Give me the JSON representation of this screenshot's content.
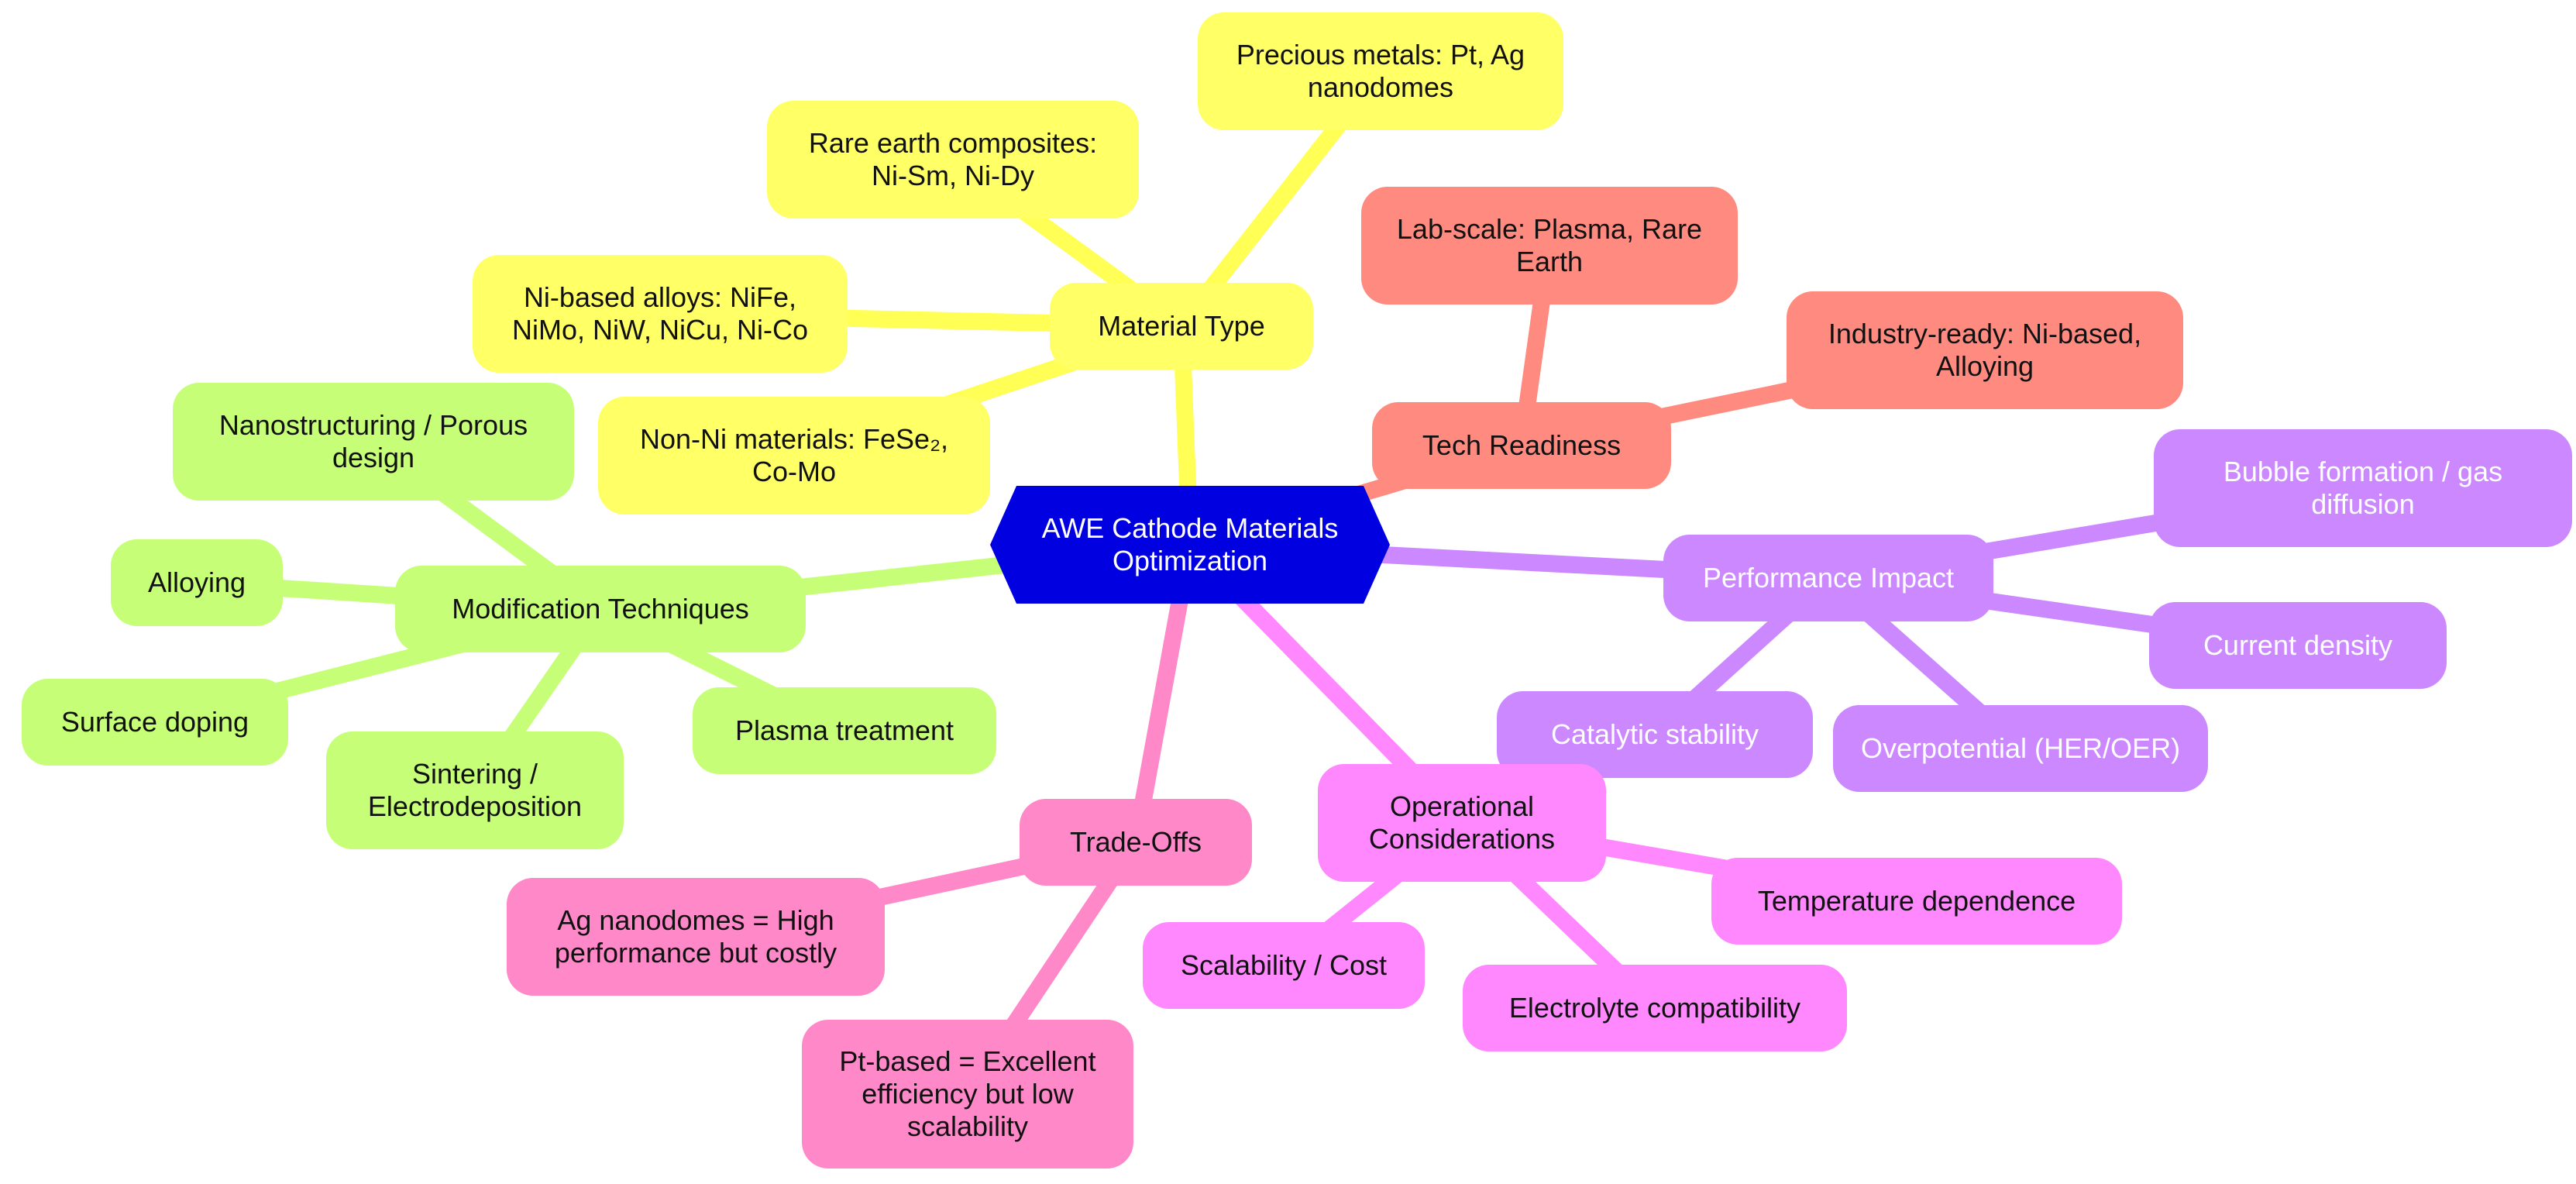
{
  "colors": {
    "center": "#0000e0",
    "material": "#ffff66",
    "material_edge": "#ffff55",
    "tech": "#ff8a80",
    "tech_edge": "#ff8a7f",
    "performance": "#cc88ff",
    "performance_edge": "#cc88ff",
    "operational": "#ff88ff",
    "operational_edge": "#ff88ff",
    "tradeoffs": "#ff88c8",
    "tradeoffs_edge": "#ff88c8",
    "modification": "#c6ff77",
    "modification_edge": "#c6ff77"
  },
  "center": {
    "lines": [
      "AWE Cathode Materials",
      "Optimization"
    ]
  },
  "branches": {
    "material_type": {
      "label": "Material Type",
      "children": [
        {
          "lines": [
            "Precious metals: Pt, Ag",
            "nanodomes"
          ]
        },
        {
          "lines": [
            "Rare earth composites:",
            "Ni-Sm, Ni-Dy"
          ]
        },
        {
          "lines": [
            "Ni-based alloys: NiFe,",
            "NiMo, NiW, NiCu, Ni-Co"
          ]
        },
        {
          "lines": [
            "Non-Ni materials: FeSe₂,",
            "Co-Mo"
          ]
        }
      ]
    },
    "tech_readiness": {
      "label": "Tech Readiness",
      "children": [
        {
          "lines": [
            "Lab-scale: Plasma, Rare",
            "Earth"
          ]
        },
        {
          "lines": [
            "Industry-ready: Ni-based,",
            "Alloying"
          ]
        }
      ]
    },
    "performance_impact": {
      "label": "Performance Impact",
      "children": [
        {
          "lines": [
            "Bubble formation /    gas",
            "diffusion"
          ]
        },
        {
          "lines": [
            "Current density"
          ]
        },
        {
          "lines": [
            "Overpotential (HER/OER)"
          ]
        },
        {
          "lines": [
            "Catalytic stability"
          ]
        }
      ]
    },
    "operational": {
      "label_lines": [
        "Operational",
        "Considerations"
      ],
      "children": [
        {
          "lines": [
            "Temperature dependence"
          ]
        },
        {
          "lines": [
            "Electrolyte compatibility"
          ]
        },
        {
          "lines": [
            "Scalability / Cost"
          ]
        }
      ]
    },
    "tradeoffs": {
      "label": "Trade-Offs",
      "children": [
        {
          "lines": [
            "Ag nanodomes = High",
            "performance but costly"
          ]
        },
        {
          "lines": [
            "Pt-based = Excellent",
            "efficiency but low",
            "scalability"
          ]
        }
      ]
    },
    "modification": {
      "label": "Modification Techniques",
      "children": [
        {
          "lines": [
            "Nanostructuring / Porous",
            "design"
          ]
        },
        {
          "lines": [
            "Alloying"
          ]
        },
        {
          "lines": [
            "Surface doping"
          ]
        },
        {
          "lines": [
            "Sintering /",
            "Electrodeposition"
          ]
        },
        {
          "lines": [
            "Plasma treatment"
          ]
        }
      ]
    }
  }
}
